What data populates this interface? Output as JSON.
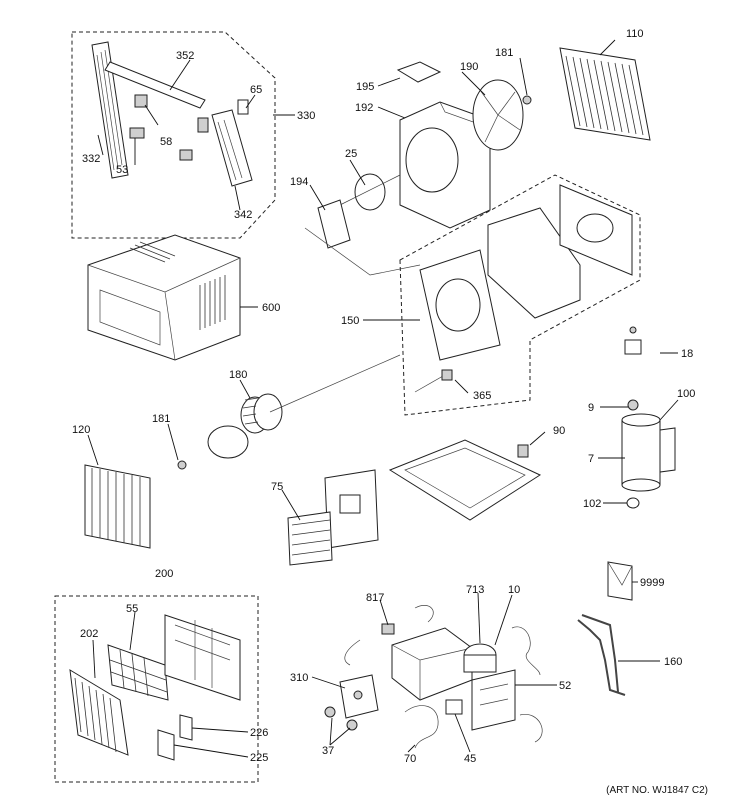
{
  "callouts": {
    "c352": "352",
    "c65": "65",
    "c330": "330",
    "c58": "58",
    "c332": "332",
    "c53": "53",
    "c342": "342",
    "c195": "195",
    "c181a": "181",
    "c190": "190",
    "c192": "192",
    "c110": "110",
    "c25": "25",
    "c194": "194",
    "c600": "600",
    "c150": "150",
    "c18": "18",
    "c365": "365",
    "c180": "180",
    "c9": "9",
    "c100": "100",
    "c181b": "181",
    "c120": "120",
    "c90": "90",
    "c7": "7",
    "c75": "75",
    "c102": "102",
    "c200": "200",
    "c9999": "9999",
    "c55": "55",
    "c817": "817",
    "c713": "713",
    "c10": "10",
    "c202": "202",
    "c160": "160",
    "c310": "310",
    "c52": "52",
    "c226": "226",
    "c37": "37",
    "c45": "45",
    "c70": "70",
    "c225": "225"
  },
  "art_number": "(ART NO. WJ1847 C2)"
}
